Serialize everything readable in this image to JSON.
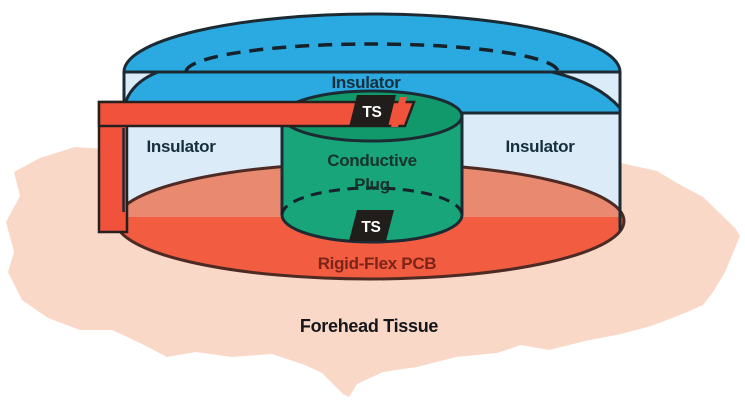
{
  "diagram": {
    "labels": {
      "insulator_top": "Insulator",
      "insulator_left": "Insulator",
      "insulator_right": "Insulator",
      "conductive_plug_line1": "Conductive",
      "conductive_plug_line2": "Plug",
      "ts_top": "TS",
      "ts_bottom": "TS",
      "rigid_flex_pcb": "Rigid-Flex PCB",
      "forehead_tissue": "Forehead Tissue"
    },
    "colors": {
      "cap_blue": "#2BAAE2",
      "wall_light_blue": "#DCEBF8",
      "plug_green": "#18A57A",
      "plug_top_green": "#12996B",
      "pcb_orange": "#F25C40",
      "pcb_salmon_muted": "#E9896F",
      "cable_red": "#F0523B",
      "tissue_pink": "#FAD8C8",
      "sensor_black": "#201D1B",
      "outline_dark": "#1C2B33"
    }
  }
}
